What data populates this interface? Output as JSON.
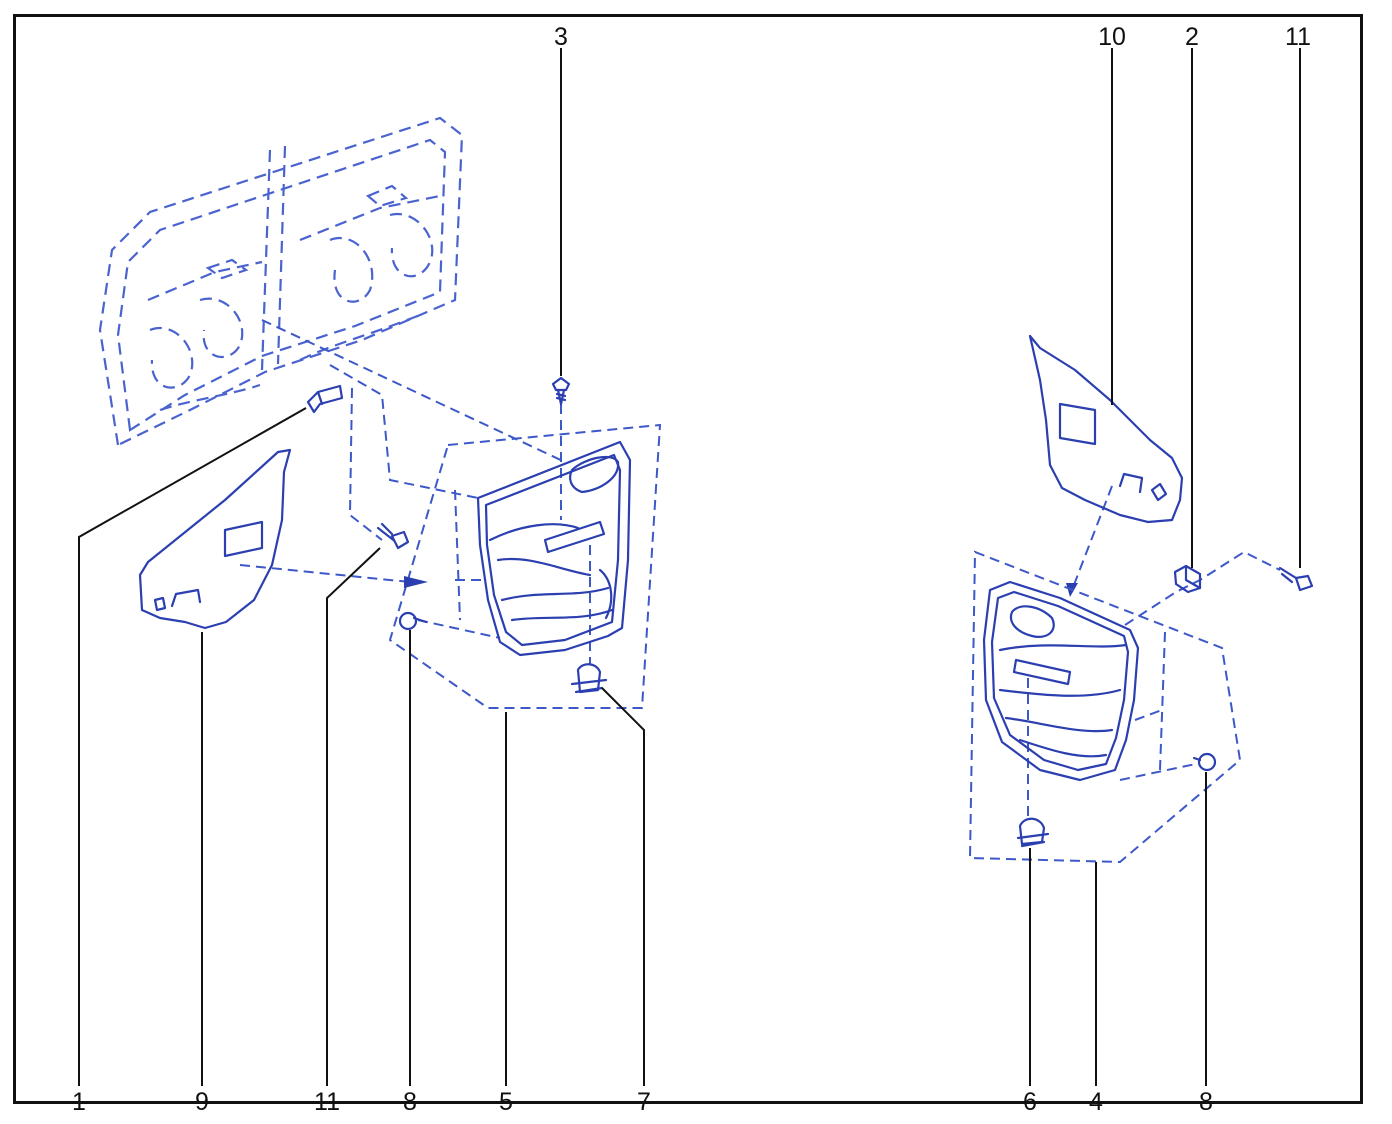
{
  "diagram": {
    "callouts": {
      "c1": "1",
      "c9": "9",
      "c11_left": "11",
      "c8_left": "8",
      "c5": "5",
      "c7": "7",
      "c3": "3",
      "c10": "10",
      "c2": "2",
      "c11_right": "11",
      "c6": "6",
      "c4": "4",
      "c8_right": "8"
    },
    "colors": {
      "line_art": "#2b3fb0",
      "leader": "#111111",
      "frame": "#111111"
    }
  }
}
